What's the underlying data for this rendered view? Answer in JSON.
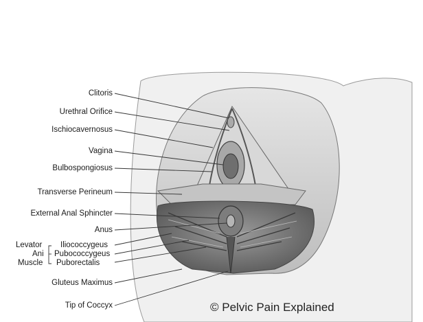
{
  "labels": {
    "clitoris": "Clitoris",
    "urethral_orifice": "Urethral Orifice",
    "ischiocavernosus": "Ischiocavernosus",
    "vagina": "Vagina",
    "bulbospongiosus": "Bulbospongiosus",
    "transverse_perineum": "Transverse Perineum",
    "external_anal_sphincter": "External Anal Sphincter",
    "anus": "Anus",
    "levator_word": "Levator",
    "ani_word": "Ani",
    "muscle_word": "Muscle",
    "iliococcygeus": "Iliococcygeus",
    "pubococcygeus": "Pubococcygeus",
    "puborectalis": "Puborectalis",
    "gluteus_maximus": "Gluteus Maximus",
    "tip_of_coccyx": "Tip of Coccyx"
  },
  "credit": "© Pelvic Pain Explained",
  "colors": {
    "line": "#333333",
    "skin": "#c9c9c9",
    "muscle": "#8a8a8a",
    "dark": "#4a4a4a"
  }
}
